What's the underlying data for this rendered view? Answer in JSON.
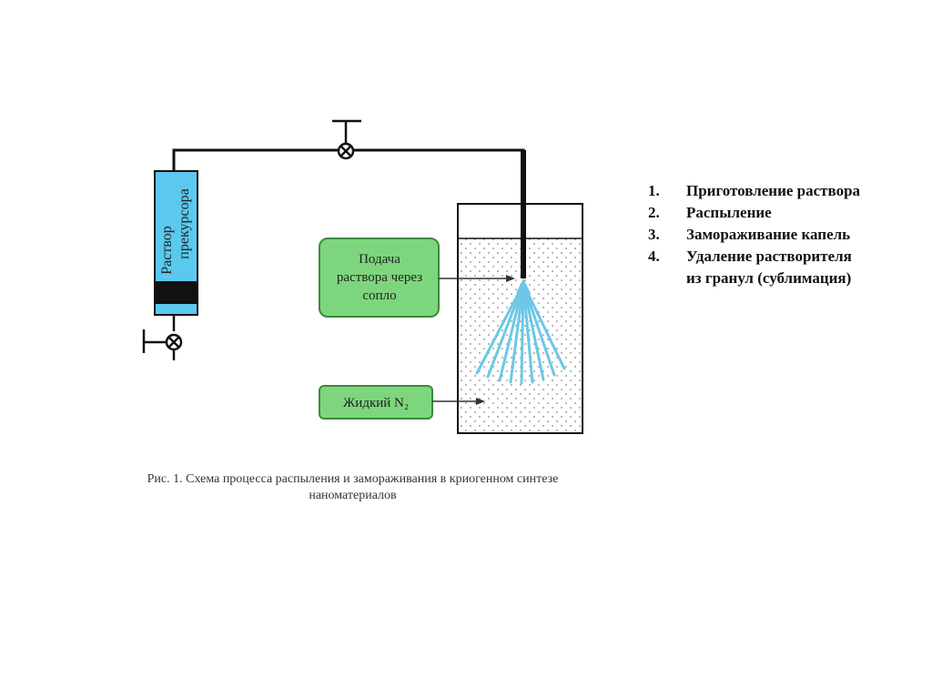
{
  "syringe_label": [
    "Раствор",
    "прекурсора"
  ],
  "nozzle_box": [
    "Подача",
    "раствора через",
    "сопло"
  ],
  "nitrogen_box": "Жидкий N₂",
  "caption": [
    "Рис. 1. Схема процесса распыления и замораживания в криогенном синтезе",
    "наноматериалов"
  ],
  "steps": [
    {
      "num": "1.",
      "text": "Приготовление раствора"
    },
    {
      "num": "2.",
      "text": "Распыление"
    },
    {
      "num": "3.",
      "text": "Замораживание капель"
    },
    {
      "num": "4.",
      "text": "Удаление растворителя из гранул (сублимация)"
    }
  ],
  "colors": {
    "syringe_fill": "#5bc8ee",
    "box_fill": "#7dd67d",
    "box_border": "#3c8a3c",
    "spray": "#6cc8e6",
    "line": "#111111"
  }
}
